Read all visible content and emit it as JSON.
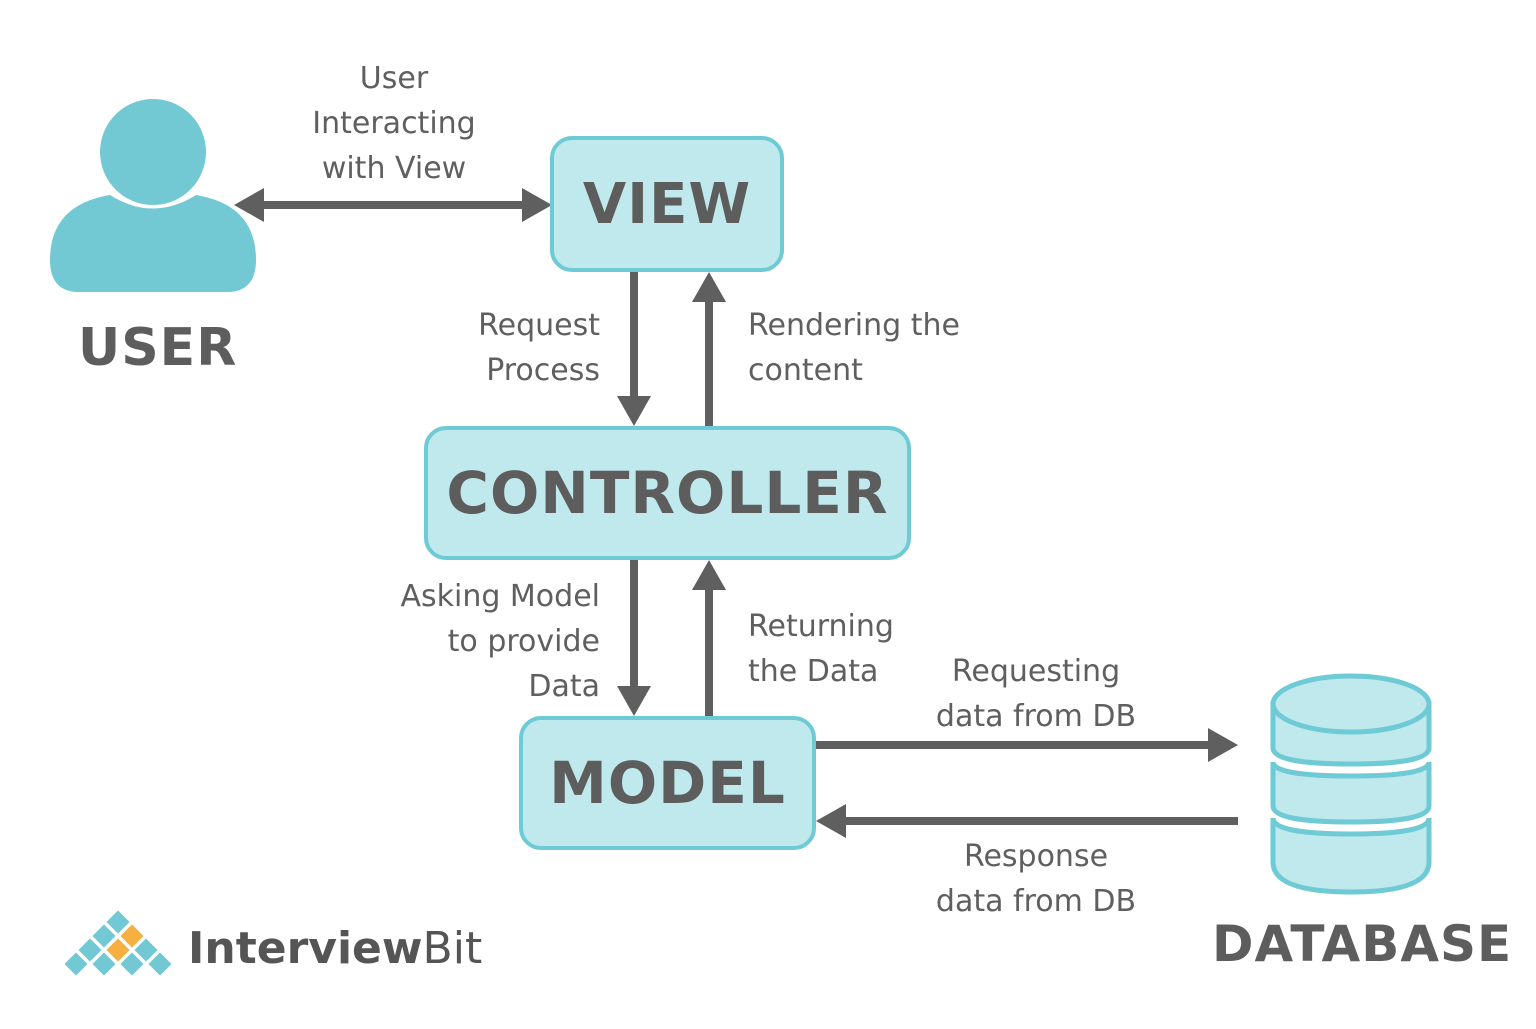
{
  "nodes": {
    "view": "VIEW",
    "controller": "CONTROLLER",
    "model": "MODEL",
    "user": "USER",
    "database": "DATABASE"
  },
  "edges": {
    "user_view": [
      "User",
      "Interacting",
      "with View"
    ],
    "request_process": [
      "Request",
      "Process"
    ],
    "rendering": [
      "Rendering the",
      "content"
    ],
    "asking_model": [
      "Asking Model",
      "to provide",
      "Data"
    ],
    "returning": [
      "Returning",
      "the Data"
    ],
    "requesting_db": [
      "Requesting",
      "data from DB"
    ],
    "response_db": [
      "Response",
      "data from DB"
    ]
  },
  "brand": {
    "name_bold": "Interview",
    "name_light": "Bit"
  },
  "icons": [
    "user-icon",
    "database-icon",
    "interviewbit-logo-icon"
  ],
  "colors": {
    "node_fill": "#bfe9ec",
    "node_border": "#6ecad4",
    "icon": "#73c9d3",
    "arrow": "#5f5f5f",
    "text": "#5d5d5d",
    "logo_orange": "#f5b041"
  }
}
